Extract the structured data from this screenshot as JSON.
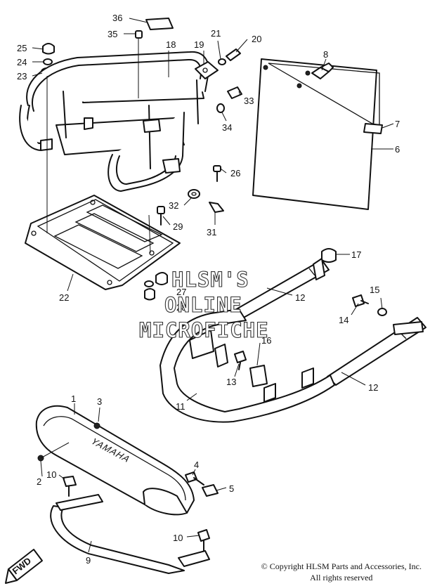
{
  "watermark": {
    "line1": "HLSM'S",
    "line2": "ONLINE",
    "line3": "MICROFICHE"
  },
  "copyright": {
    "line1": "© Copyright HLSM Parts and Accessories, Inc.",
    "line2": "All rights reserved"
  },
  "brand_text": "YAMAHA",
  "fwd_label": "FWD",
  "callouts": {
    "c1": "1",
    "c2": "2",
    "c3": "3",
    "c4": "4",
    "c5": "5",
    "c6": "6",
    "c7": "7",
    "c8": "8",
    "c9": "9",
    "c10a": "10",
    "c10b": "10",
    "c11": "11",
    "c12a": "12",
    "c12b": "12",
    "c13": "13",
    "c14": "14",
    "c15": "15",
    "c16": "16",
    "c17": "17",
    "c18": "18",
    "c19": "19",
    "c20": "20",
    "c21": "21",
    "c22": "22",
    "c23": "23",
    "c24": "24",
    "c25": "25",
    "c26": "26",
    "c27": "27",
    "c28": "28",
    "c29": "29",
    "c31": "31",
    "c32": "32",
    "c33": "33",
    "c34": "34",
    "c35": "35",
    "c36": "36"
  }
}
